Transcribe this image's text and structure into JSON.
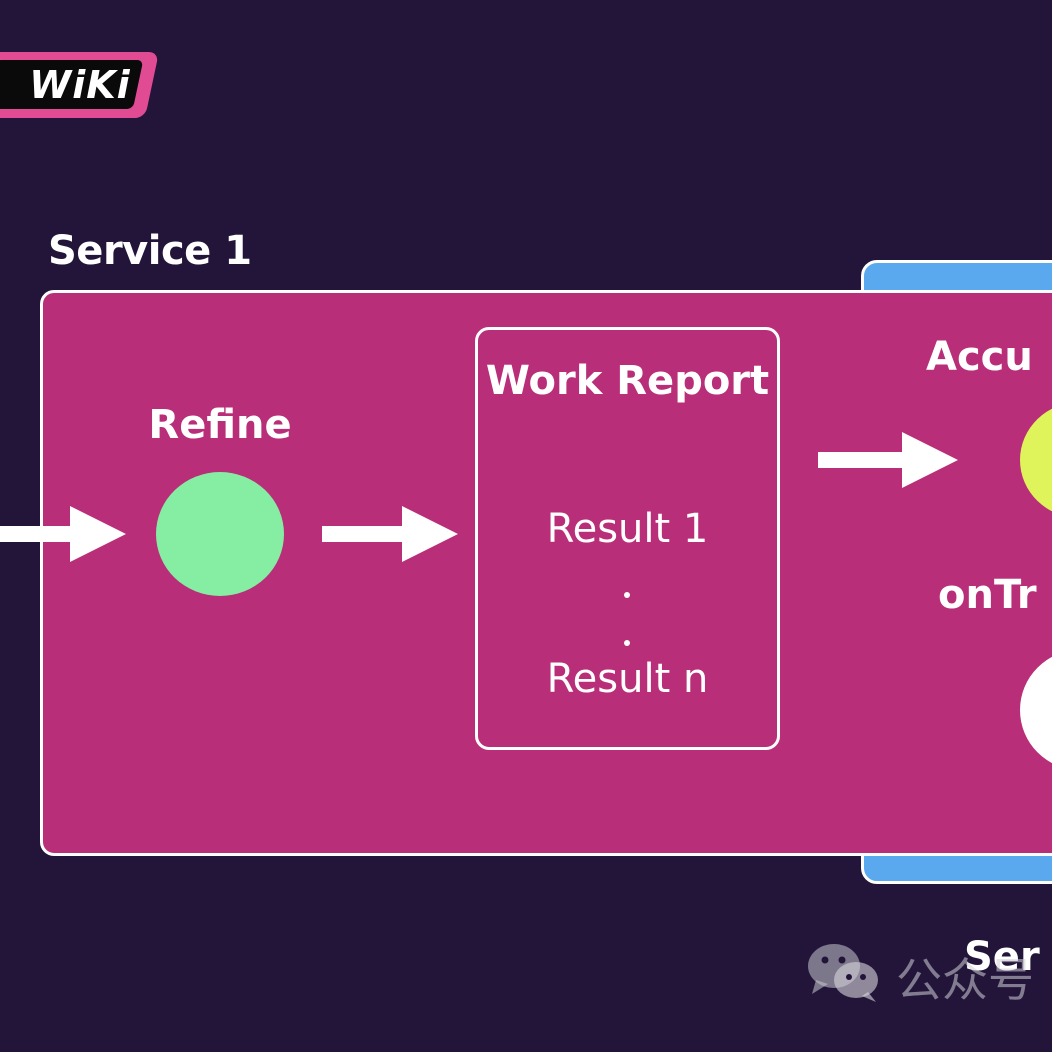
{
  "logo": {
    "text": "WiKi"
  },
  "service1": {
    "title": "Service 1",
    "refine": {
      "label": "Refine"
    },
    "work_report": {
      "title": "Work Report",
      "result_first": "Result 1",
      "result_last": "Result n"
    },
    "accumulate_label": "Accu",
    "ontransfer_label": "onTr"
  },
  "service2": {
    "label": "Ser"
  },
  "watermark": {
    "text": "公众号"
  },
  "colors": {
    "background": "#23153a",
    "service1_panel": "#b92e79",
    "service2_panel": "#5aa9ee",
    "refine_circle": "#86eea3",
    "accumulate_circle": "#dff45a",
    "ontransfer_circle": "#ffffff",
    "logo_border": "#e14b93"
  }
}
